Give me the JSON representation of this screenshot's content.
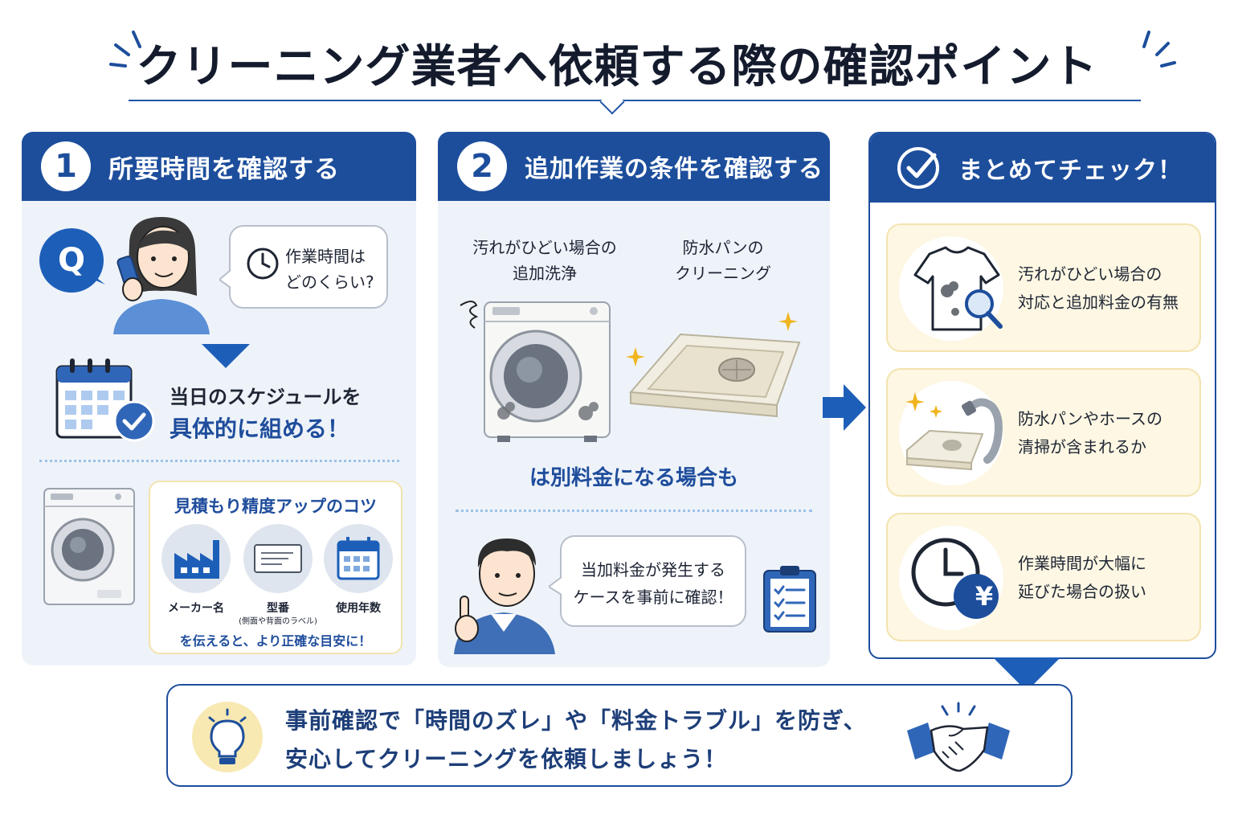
{
  "title": "クリーニング業者へ依頼する際の確認ポイント",
  "colors": {
    "primary": "#1d4e9c",
    "panel_bg": "#eef3fa",
    "card_bg": "#fdf7e3",
    "accent_text": "#1f4d9c"
  },
  "panel1": {
    "number": "1",
    "title": "所要時間を確認する",
    "q_badge": "Q",
    "question": [
      "作業時間は",
      "どのくらい?"
    ],
    "result_line1": "当日のスケジュールを",
    "result_line2": "具体的に組める！",
    "tips": {
      "title": "見積もり精度アップのコツ",
      "items": [
        {
          "label": "メーカー名",
          "sub": "",
          "icon": "factory-icon"
        },
        {
          "label": "型番",
          "sub": "(側面や背面のラベル)",
          "icon": "label-icon"
        },
        {
          "label": "使用年数",
          "sub": "",
          "icon": "calendar-icon"
        }
      ],
      "footer": "を伝えると、より正確な目安に！"
    }
  },
  "panel2": {
    "number": "2",
    "title": "追加作業の条件を確認する",
    "items": [
      {
        "line1": "汚れがひどい場合の",
        "line2": "追加洗浄",
        "icon": "washing-machine-icon"
      },
      {
        "line1": "防水パンの",
        "line2": "クリーニング",
        "icon": "drain-pan-icon"
      }
    ],
    "note": "は別料金になる場合も",
    "advice": [
      "当加料金が発生する",
      "ケースを事前に確認！"
    ]
  },
  "panel3": {
    "title": "まとめてチェック！",
    "items": [
      {
        "line1": "汚れがひどい場合の",
        "line2": "対応と追加料金の有無",
        "icon": "shirt-magnifier-icon"
      },
      {
        "line1": "防水パンやホースの",
        "line2": "清掃が含まれるか",
        "icon": "pan-hose-icon"
      },
      {
        "line1": "作業時間が大幅に",
        "line2": "延びた場合の扱い",
        "icon": "clock-yen-icon"
      }
    ],
    "yen": "¥"
  },
  "bottom": {
    "line1": "事前確認で「時間のズレ」や「料金トラブル」を防ぎ、",
    "line2": "安心してクリーニングを依頼しましょう！"
  }
}
